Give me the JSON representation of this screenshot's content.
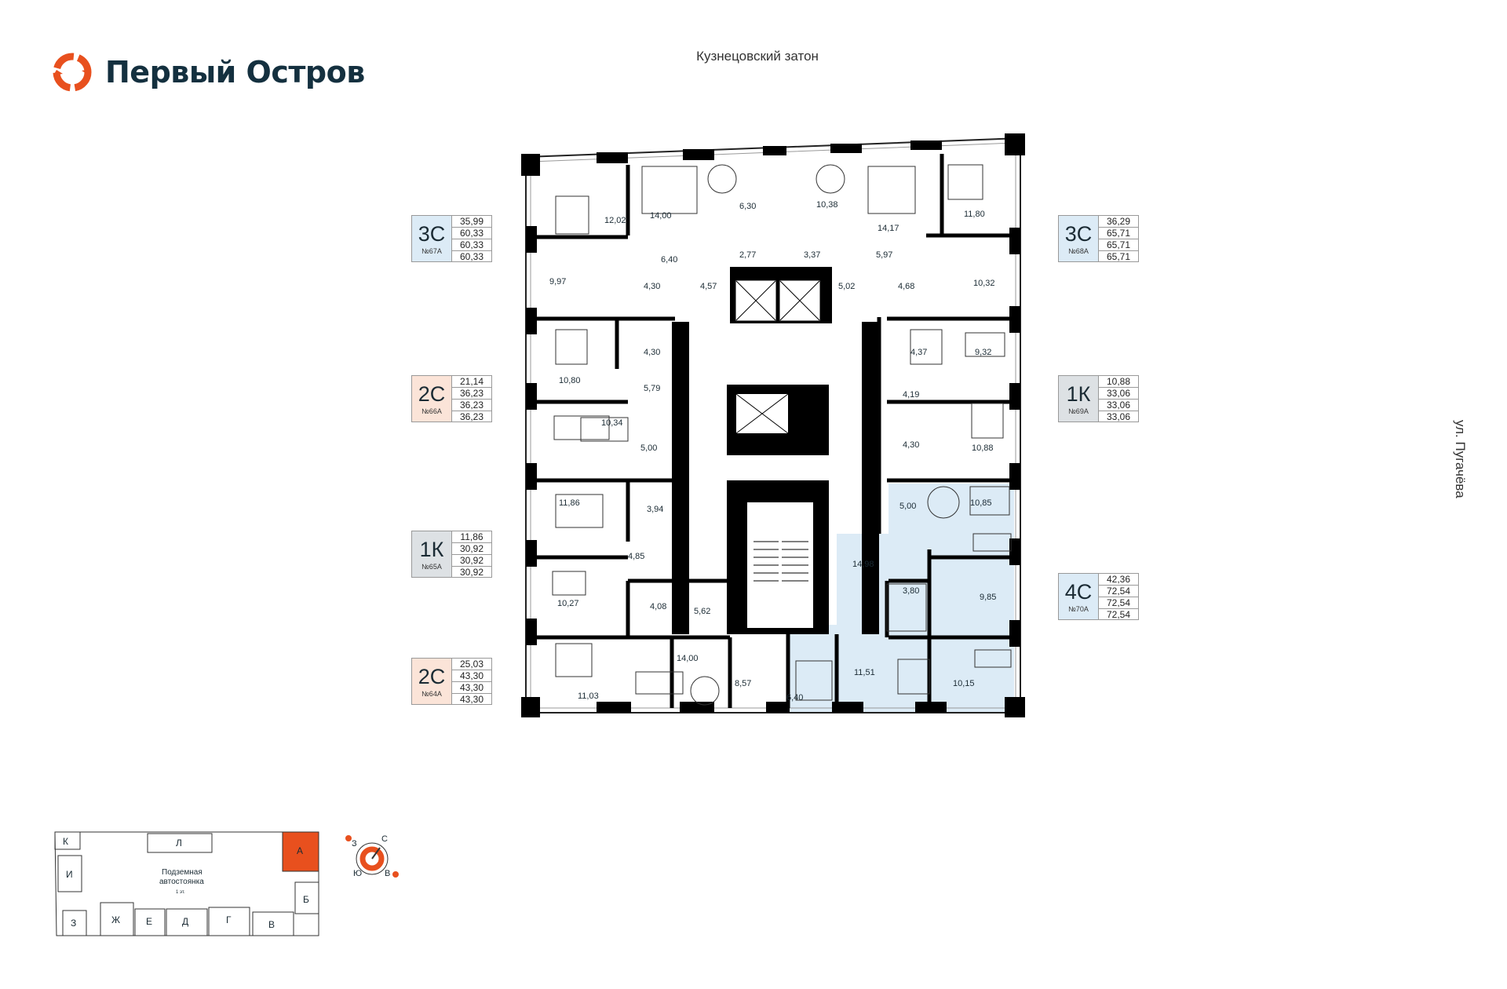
{
  "brand": {
    "name": "Первый Остров",
    "color": "#e8501e"
  },
  "water_label": "Кузнецовский затон",
  "street_label": "ул. Пугачёва",
  "legend": [
    {
      "type": "3С",
      "number": "№67А",
      "areas": [
        "35,99",
        "60,33",
        "60,33",
        "60,33"
      ]
    },
    {
      "type": "2С",
      "number": "№66А",
      "areas": [
        "21,14",
        "36,23",
        "36,23",
        "36,23"
      ]
    },
    {
      "type": "1К",
      "number": "№65А",
      "areas": [
        "11,86",
        "30,92",
        "30,92",
        "30,92"
      ]
    },
    {
      "type": "2С",
      "number": "№64А",
      "areas": [
        "25,03",
        "43,30",
        "43,30",
        "43,30"
      ]
    },
    {
      "type": "3С",
      "number": "№68А",
      "areas": [
        "36,29",
        "65,71",
        "65,71",
        "65,71"
      ]
    },
    {
      "type": "1К",
      "number": "№69А",
      "areas": [
        "10,88",
        "33,06",
        "33,06",
        "33,06"
      ]
    },
    {
      "type": "4С",
      "number": "№70А",
      "areas": [
        "42,36",
        "72,54",
        "72,54",
        "72,54"
      ]
    }
  ],
  "room_areas": {
    "r1": "12,02",
    "r2": "14,00",
    "r3": "6,30",
    "r4": "10,38",
    "r5": "14,17",
    "r6": "11,80",
    "r7": "6,40",
    "r8": "2,77",
    "r9": "3,37",
    "r10": "5,97",
    "r11": "9,97",
    "r12": "4,30",
    "r13": "4,57",
    "r14": "5,02",
    "r15": "4,68",
    "r16": "10,32",
    "r17": "10,80",
    "r18": "4,30",
    "r19": "5,79",
    "r20": "4,37",
    "r21": "9,32",
    "r22": "4,19",
    "r23": "10,34",
    "r24": "5,00",
    "r25": "4,30",
    "r26": "10,88",
    "r27": "11,86",
    "r28": "3,94",
    "r29": "5,00",
    "r30": "10,85",
    "r31": "4,85",
    "r32": "14,98",
    "r33": "3,80",
    "r34": "9,85",
    "r35": "10,27",
    "r36": "4,08",
    "r37": "5,62",
    "r38": "14,00",
    "r39": "11,03",
    "r40": "8,57",
    "r41": "6,40",
    "r42": "11,51",
    "r43": "10,15"
  },
  "site_map": {
    "sections": [
      "К",
      "Л",
      "А",
      "И",
      "Б",
      "З",
      "Ж",
      "Е",
      "Д",
      "Г",
      "В"
    ],
    "parking_line1": "Подземная",
    "parking_line2": "автостоянка",
    "parking_sub": "1 эт.",
    "active_section": "А",
    "active_color": "#e8501e"
  },
  "compass": {
    "n": "С",
    "w": "З",
    "s": "Ю",
    "e": "В"
  }
}
